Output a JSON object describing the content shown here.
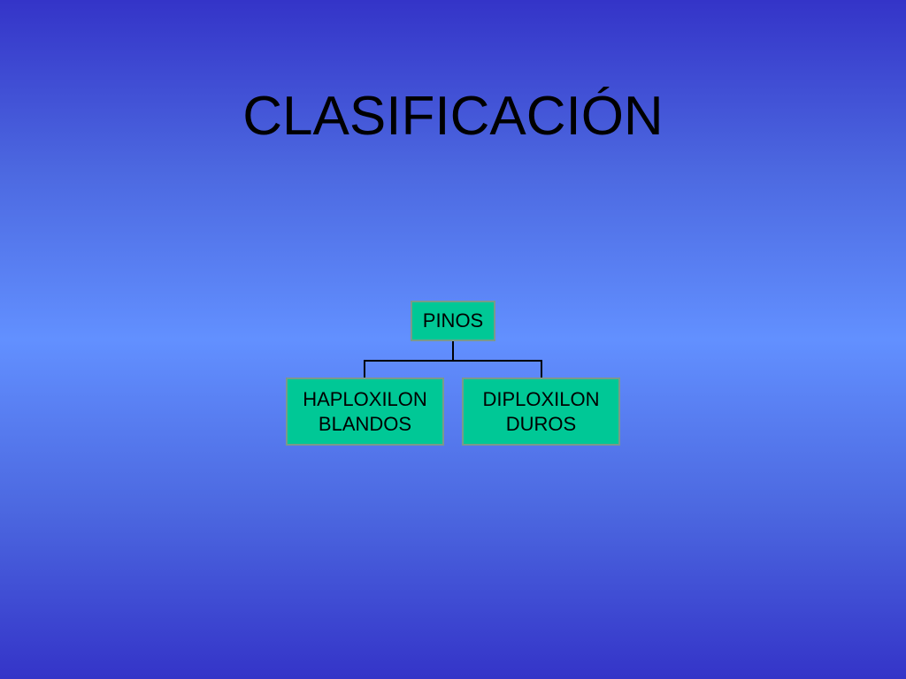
{
  "slide": {
    "title": "CLASIFICACIÓN"
  },
  "org_chart": {
    "root": {
      "label": "PINOS"
    },
    "children": [
      {
        "label": "HAPLOXILON\nBLANDOS"
      },
      {
        "label": "DIPLOXILON\nDUROS"
      }
    ]
  },
  "colors": {
    "background_edge": "#3434c8",
    "background_center": "#6290ff",
    "node_fill": "#00c896",
    "node_border": "#7a9a8a",
    "connector": "#000000",
    "text": "#000000"
  }
}
